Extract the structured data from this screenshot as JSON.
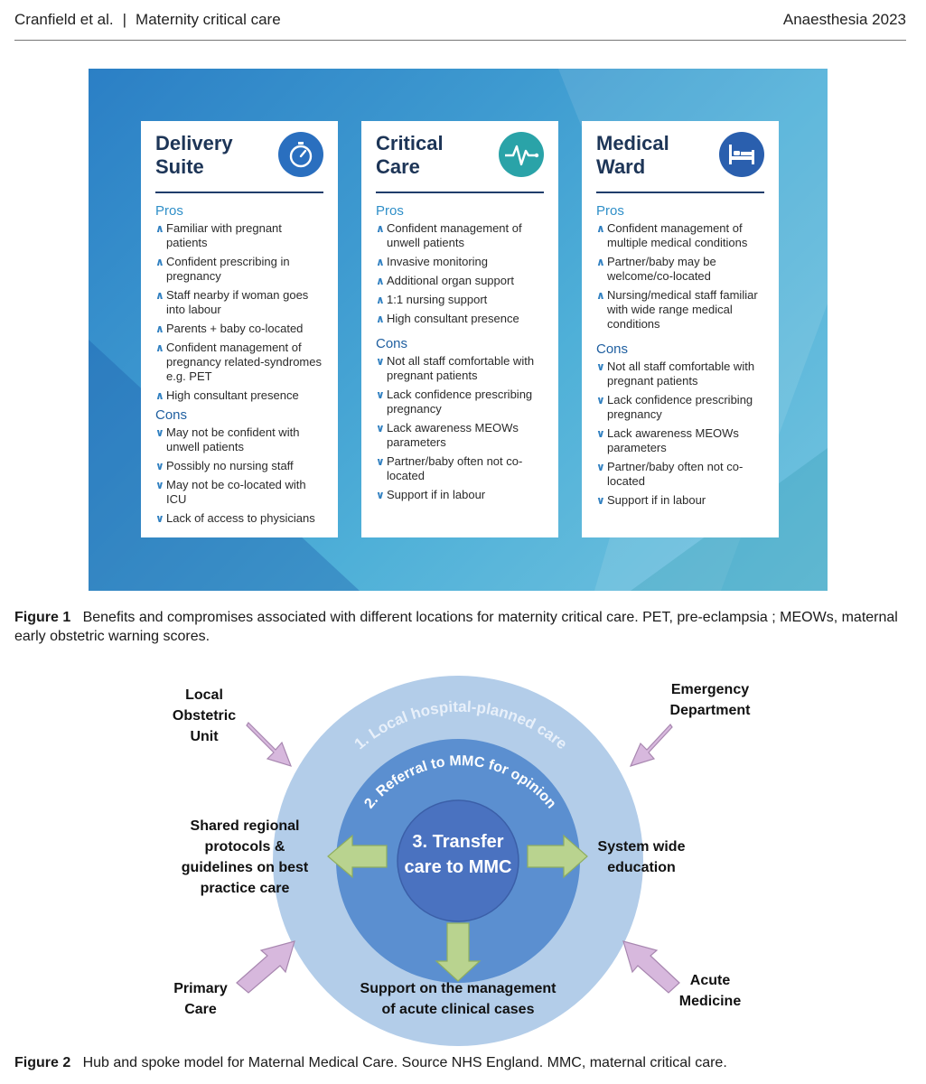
{
  "header": {
    "authors": "Cranfield et al.",
    "separator": "|",
    "section": "Maternity critical care",
    "journal": "Anaesthesia 2023"
  },
  "figure1": {
    "cards": [
      {
        "title_line1": "Delivery",
        "title_line2": "Suite",
        "icon": "stopwatch-icon",
        "pros_label": "Pros",
        "pros": [
          "Familiar with pregnant patients",
          "Confident prescribing in pregnancy",
          "Staff nearby if woman goes into labour",
          "Parents + baby co-located",
          "Confident management of pregnancy related-syndromes e.g. PET",
          "High consultant presence"
        ],
        "cons_label": "Cons",
        "cons": [
          "May not be confident with unwell patients",
          "Possibly no nursing staff",
          "May not be co-located with ICU",
          "Lack of access to physicians"
        ]
      },
      {
        "title_line1": "Critical",
        "title_line2": "Care",
        "icon": "heartbeat-monitor-icon",
        "pros_label": "Pros",
        "pros": [
          "Confident management of unwell patients",
          "Invasive monitoring",
          "Additional organ support",
          "1:1 nursing support",
          "High consultant presence"
        ],
        "cons_label": "Cons",
        "cons": [
          "Not all staff comfortable with pregnant patients",
          "Lack confidence prescribing pregnancy",
          "Lack awareness MEOWs parameters",
          "Partner/baby often not co-located",
          "Support if in labour"
        ]
      },
      {
        "title_line1": "Medical",
        "title_line2": "Ward",
        "icon": "hospital-bed-icon",
        "pros_label": "Pros",
        "pros": [
          "Confident management of multiple medical conditions",
          "Partner/baby may be welcome/co-located",
          "Nursing/medical staff familiar with wide range medical conditions"
        ],
        "cons_label": "Cons",
        "cons": [
          "Not all staff comfortable with pregnant patients",
          "Lack confidence prescribing pregnancy",
          "Lack awareness MEOWs parameters",
          "Partner/baby often not co-located",
          "Support if in labour"
        ]
      }
    ],
    "caption_label": "Figure 1",
    "caption_text": "Benefits and compromises associated with different locations for maternity critical care. PET, pre-eclampsia ; MEOWs, maternal early obstetric warning scores."
  },
  "figure2": {
    "ring1": "1. Local hospital-planned care",
    "ring2": "2. Referral to MMC for opinion",
    "center_line1": "3. Transfer",
    "center_line2": "care to MMC",
    "labels": {
      "local_obstetric": [
        "Local",
        "Obstetric",
        "Unit"
      ],
      "emergency": [
        "Emergency",
        "Department"
      ],
      "primary": [
        "Primary",
        "Care"
      ],
      "acute": [
        "Acute",
        "Medicine"
      ],
      "shared": [
        "Shared regional",
        "protocols &",
        "guidelines on best",
        "practice care"
      ],
      "system": [
        "System wide",
        "education"
      ],
      "support": [
        "Support on the management",
        "of acute clinical cases"
      ]
    },
    "colors": {
      "outer_ring": "#b3cde9",
      "middle_ring": "#5b8fd0",
      "center": "#4a72c0",
      "green_arrow": "#b9d38f",
      "purple_arrow": "#d7b8dd"
    },
    "caption_label": "Figure 2",
    "caption_text": "Hub and spoke model for Maternal Medical Care. Source NHS England. MMC, maternal critical care."
  }
}
